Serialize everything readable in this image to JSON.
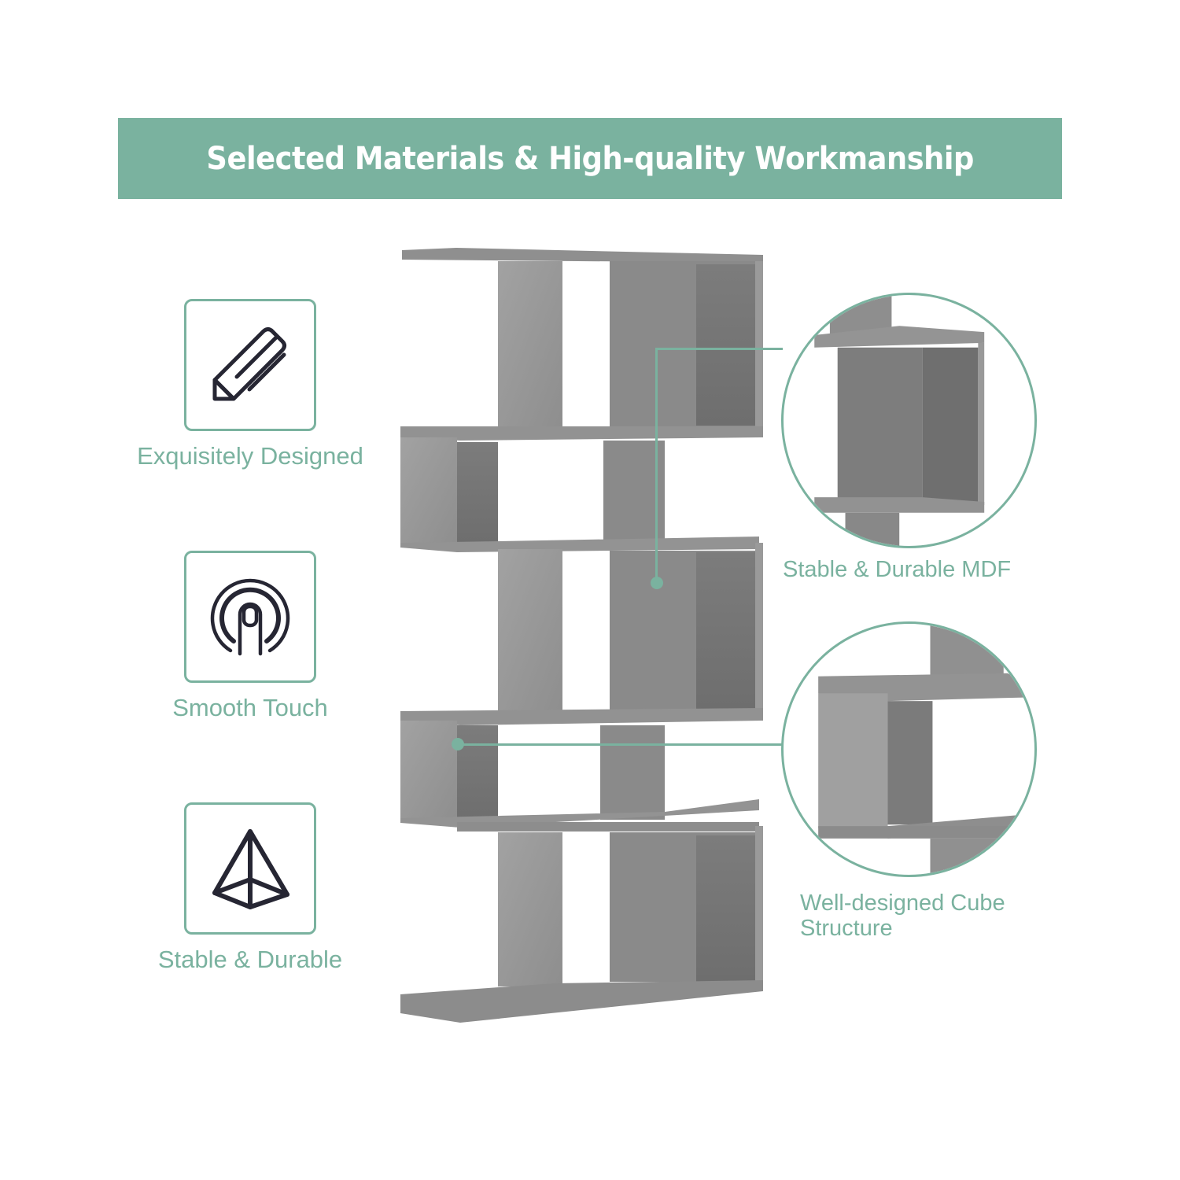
{
  "banner": {
    "title": "Selected Materials & High-quality Workmanship",
    "background_color": "#7ab29f",
    "text_color": "#ffffff"
  },
  "features": [
    {
      "icon": "pencil-icon",
      "label": "Exquisitely Designed"
    },
    {
      "icon": "touch-finger-icon",
      "label": "Smooth Touch"
    },
    {
      "icon": "pyramid-icon",
      "label": "Stable & Durable"
    }
  ],
  "product": {
    "name": "5-tier S-shaped bookshelf",
    "color": "#8a8a8a"
  },
  "callouts": [
    {
      "label": "Stable & Durable MDF"
    },
    {
      "label_line1": "Well-designed Cube",
      "label_line2": "Structure"
    }
  ],
  "colors": {
    "accent": "#7ab29f",
    "icon_stroke": "#262633",
    "shelf_light": "#9a9a9a",
    "shelf_mid": "#878787",
    "shelf_dark": "#6d6d6d"
  }
}
